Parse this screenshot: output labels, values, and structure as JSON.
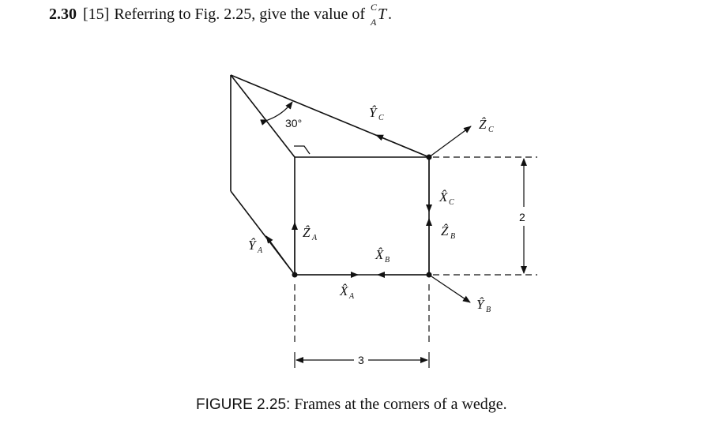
{
  "problem": {
    "number": "2.30",
    "tag": "[15]",
    "text": "Referring to Fig. 2.25, give the value of",
    "transform": {
      "superscript": "C",
      "subscript": "A",
      "symbol": "T",
      "punct": "."
    }
  },
  "figure": {
    "angle_label": "30°",
    "frame_labels": {
      "Y_C": "Ŷ",
      "Z_C": "Ẑ",
      "X_C": "X̂",
      "Z_B": "Ẑ",
      "X_B": "X̂",
      "Y_B": "Ŷ",
      "Z_A": "Ẑ",
      "X_A": "X̂",
      "Y_A": "Ŷ"
    },
    "frame_subscripts": {
      "C": "C",
      "B": "B",
      "A": "A"
    },
    "dimension_height": "2",
    "dimension_width": "3"
  },
  "caption": {
    "label": "FIGURE 2.25:",
    "text": "Frames at the corners of a wedge."
  }
}
